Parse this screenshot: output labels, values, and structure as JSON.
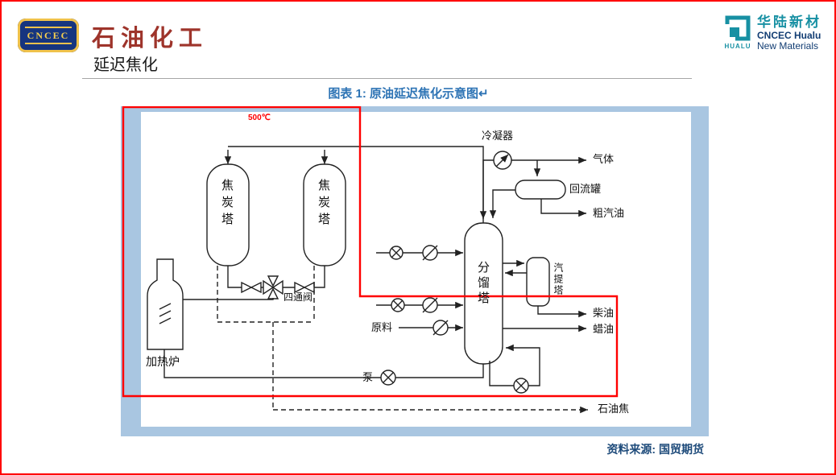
{
  "colors": {
    "highlight_red": "#ff0000",
    "panel_blue": "#a9c6e1",
    "caption_blue": "#2e74b5",
    "source_blue": "#1d4a7a",
    "brand_red": "#9e342b",
    "hualu_teal": "#1790a3",
    "hualu_navy": "#123d73",
    "emblem_navy": "#16357f",
    "emblem_gold": "#f0c24b"
  },
  "header": {
    "left_logo": {
      "emblem_text": "CNCEC",
      "brand": "石油化工"
    },
    "right_logo": {
      "name_cn": "华陆新材",
      "name_en": "CNCEC Hualu",
      "abbr": "HUALU",
      "sub": "New Materials"
    }
  },
  "page": {
    "title": "延迟焦化"
  },
  "figure": {
    "caption": "图表 1: 原油延迟焦化示意图↵",
    "source": "资料来源: 国贸期货",
    "temperature_annotation": "500℃"
  },
  "diagram": {
    "labels": {
      "coke_tower_1": "焦炭塔",
      "coke_tower_2": "焦炭塔",
      "furnace": "加热炉",
      "four_way_valve": "四通阀",
      "condenser": "冷凝器",
      "reflux_drum": "回流罐",
      "fractionator": "分馏塔",
      "stripper": "汽提塔",
      "feed": "原料",
      "pump": "泵",
      "gas": "气体",
      "naphtha": "粗汽油",
      "diesel": "柴油",
      "wax_oil": "蜡油",
      "petroleum_coke": "石油焦"
    }
  }
}
